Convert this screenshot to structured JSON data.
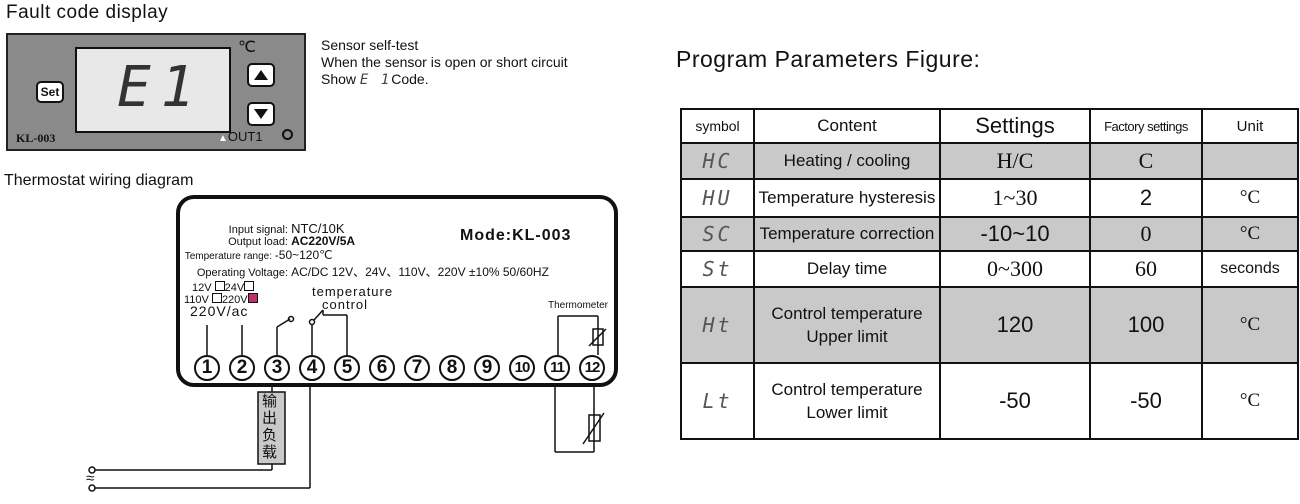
{
  "fault": {
    "title": "Fault code display",
    "display": "E1",
    "unit_symbol": "℃",
    "set_key": "Set",
    "model": "KL-003",
    "output": "OUT1",
    "selftest_line1": "Sensor self-test",
    "selftest_line2": "When the sensor is open or short circuit",
    "selftest_show": "Show",
    "selftest_code_glyph": "E 1",
    "selftest_code": "Code."
  },
  "wiring": {
    "title": "Thermostat wiring diagram",
    "input_label": "Input signal:",
    "input_value": "NTC/10K",
    "output_label": "Output load:",
    "output_value": "AC220V/5A",
    "range_label": "Temperature range:",
    "range_value": "-50~120℃",
    "voltage_label": "Operating Voltage:",
    "voltage_value": "AC/DC 12V、24V、110V、220V ±10% 50/60HZ",
    "mode": "Mode:KL-003",
    "v12": "12V",
    "v24": "24V",
    "v110": "110V",
    "v220": "220V",
    "supply": "220V/ac",
    "control_line1": "temperature",
    "control_line2": "control",
    "thermometer": "Thermometer",
    "terminals": [
      "1",
      "2",
      "3",
      "4",
      "5",
      "6",
      "7",
      "8",
      "9",
      "10",
      "11",
      "12"
    ],
    "load_label": [
      "输",
      "出",
      "负",
      "载"
    ],
    "ac_symbol": "≈"
  },
  "params": {
    "title": "Program Parameters Figure:",
    "headers": [
      "symbol",
      "Content",
      "Settings",
      "Factory settings",
      "Unit"
    ],
    "rows": [
      {
        "symbol": "HC",
        "content": "Heating / cooling",
        "settings": "H/C",
        "factory": "C",
        "unit": ""
      },
      {
        "symbol": "HU",
        "content": "Temperature hysteresis",
        "settings": "1~30",
        "factory": "2",
        "unit": "°C"
      },
      {
        "symbol": "SC",
        "content": "Temperature correction",
        "settings": "-10~10",
        "factory": "0",
        "unit": "°C"
      },
      {
        "symbol": "St",
        "content": "Delay time",
        "settings": "0~300",
        "factory": "60",
        "unit": "seconds"
      },
      {
        "symbol": "Ht",
        "content_line1": "Control temperature",
        "content_line2": "Upper limit",
        "settings": "120",
        "factory": "100",
        "unit": "°C"
      },
      {
        "symbol": "Lt",
        "content_line1": "Control temperature",
        "content_line2": "Lower limit",
        "settings": "-50",
        "factory": "-50",
        "unit": "°C"
      }
    ]
  }
}
